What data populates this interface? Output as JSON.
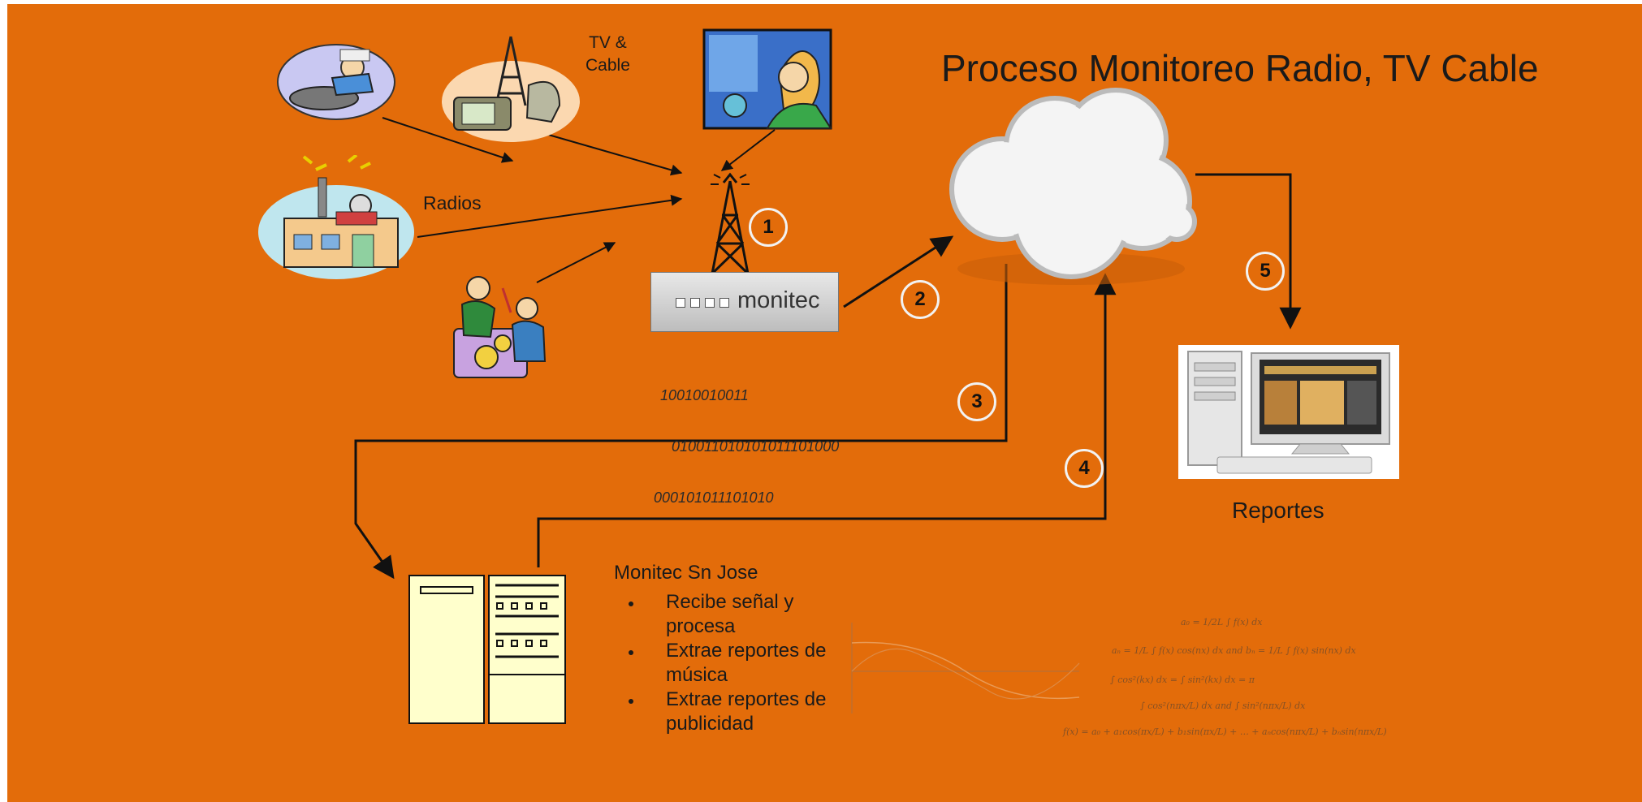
{
  "title": "Proceso Monitoreo Radio, TV Cable",
  "labels": {
    "tv_cable_line1": "TV &",
    "tv_cable_line2": "Cable",
    "radios": "Radios",
    "reportes": "Reportes"
  },
  "device": {
    "name": "monitec"
  },
  "binary": {
    "line1": "10010010011",
    "line2": "010011010101011101000",
    "line3": "000101011101010"
  },
  "steps": [
    "1",
    "2",
    "3",
    "4",
    "5"
  ],
  "server_description": {
    "heading": "Monitec Sn Jose",
    "bullets": [
      "Recibe señal y procesa",
      "Extrae reportes de música",
      "Extrae reportes de publicidad"
    ]
  },
  "colors": {
    "background": "#E36C0A",
    "cloud": "#f2f2f2",
    "server": "#ffffcc"
  },
  "icons": [
    "dj-clipart-icon",
    "tv-cable-tower-clipart-icon",
    "studio-announcer-clipart-icon",
    "radio-station-clipart-icon",
    "musicians-clipart-icon",
    "antenna-tower-icon",
    "cloud-icon",
    "desktop-computer-icon",
    "server-cabinet-icon"
  ]
}
